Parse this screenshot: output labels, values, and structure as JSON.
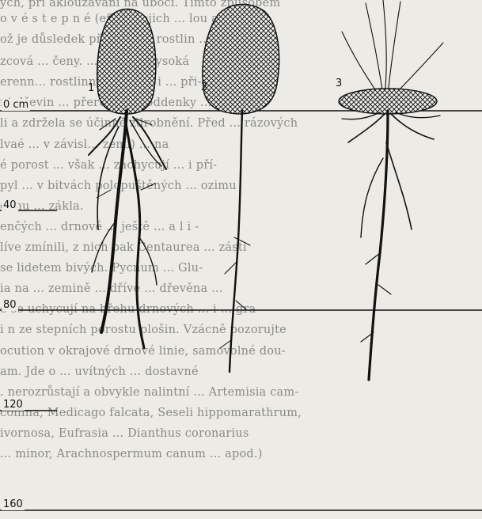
{
  "text_lines": [
    "ých, při aklouzávání na úbočí. Tímto způsobem",
    "o v é  s t e p n é (ef. ...) jejich ... lou alož.",
    "ož je důsledek přírůstu ... rostlin ... výměny",
    "zcová ... čeny. ... druh ... vysoká",
    "erenn... rostlinných ... též i ... při-",
    "nt dřevin ... přerůstající oddenky ... zapě do",
    "li a zdržela se účinně zdrobnění. Před ... rázových",
    "lvaé ... v závisl... zemi) ... na",
    "é porost ... však ... zachycují ... i pří-",
    "pyl ... v bitvách polopuštěných ... ozimu",
    "ohnu ... zákla.",
    "enčých ... drnové ... ještě ... a  l i -",
    "líve zmínili, z nich pak Centaurea ... zásti",
    "se lidetem bivých. Pycnum ... Glu-",
    "ia na ... zemině ... dříve ... dřevěna ...",
    "ě se uchycují na břehu drnových ... i ... gra",
    "i n ze stepních porostu plošin. Vzácně pozorujte",
    "ocution v okrajové drnové linie, samovolné dou-",
    "am. Jde o ... uvítných ... dostavné",
    ". nerozrůstají a obvykle nalintní ... Artemisia cam-",
    "collina, Medicago falcata, Seseli hippomarathrum,",
    "ivornosa, Eufrasia ... Dianthus coronarius",
    "... minor, Arachnospermum canum ... apod.)"
  ],
  "depth_scale": {
    "labels": [
      "0 cm",
      "40",
      "80",
      "120",
      "160"
    ]
  },
  "plant_labels": [
    "1",
    "2",
    "3"
  ]
}
